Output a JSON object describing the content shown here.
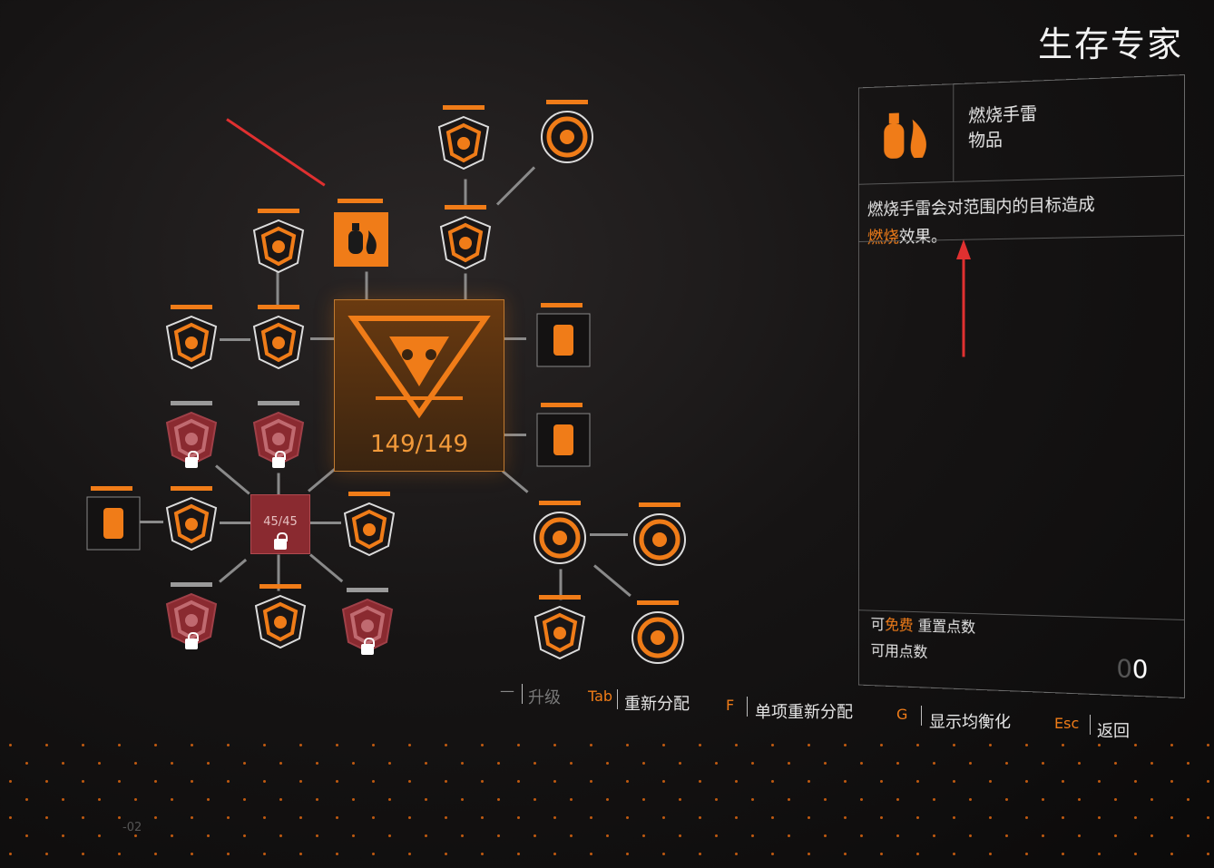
{
  "header": {
    "title": "生存专家"
  },
  "tree": {
    "center_count": "149/149",
    "mini_count": "45/45"
  },
  "panel": {
    "item_name": "燃烧手雷",
    "item_type": "物品",
    "desc_prefix": "燃烧手雷会对范围内的目标造成",
    "desc_highlight": "燃烧",
    "desc_suffix": "效果。",
    "reset_prefix": "可",
    "reset_highlight": "免费",
    "reset_suffix": " 重置点数",
    "points_label": "可用点数",
    "points_dim": "0",
    "points_value": "0"
  },
  "hints": {
    "upgrade_key": "—",
    "upgrade_label": "升级",
    "respec_key": "Tab",
    "respec_label": "重新分配",
    "single_key": "F",
    "single_label": "单项重新分配",
    "balance_key": "G",
    "balance_label": "显示均衡化",
    "back_key": "Esc",
    "back_label": "返回"
  },
  "minimap_label": "-02",
  "colors": {
    "accent": "#f07c18",
    "locked": "#8a2a30",
    "arrow": "#e03030"
  }
}
